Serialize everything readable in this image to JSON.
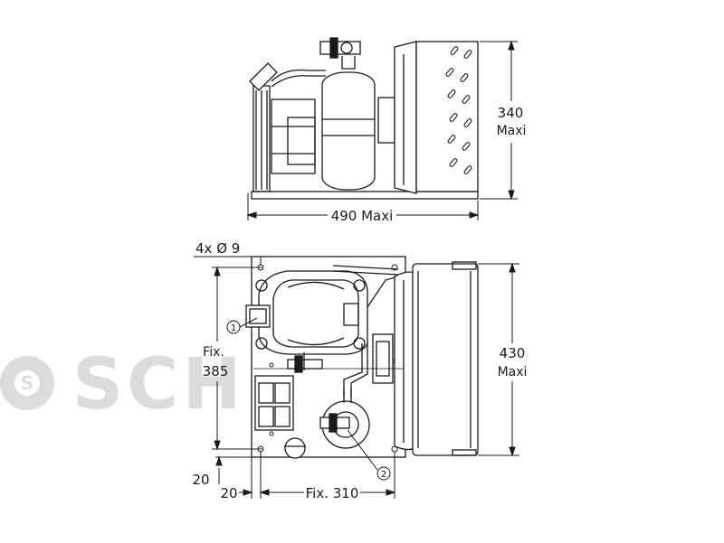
{
  "watermark": {
    "text": "SCHIESSL",
    "logo_letter": "S"
  },
  "dimensions": {
    "side_height_value": "340",
    "side_height_unit": "Maxi",
    "side_width": "490 Maxi",
    "holes": "4x Ø 9",
    "fix_label": "Fix.",
    "fix_value": "385",
    "depth_value": "430",
    "depth_unit": "Maxi",
    "offset_vertical": "20",
    "offset_horizontal": "20",
    "fix_width": "Fix. 310"
  },
  "callouts": [
    "1",
    "2"
  ],
  "colors": {
    "line": "#1a1a1a",
    "watermark": "#dcdcdc"
  }
}
